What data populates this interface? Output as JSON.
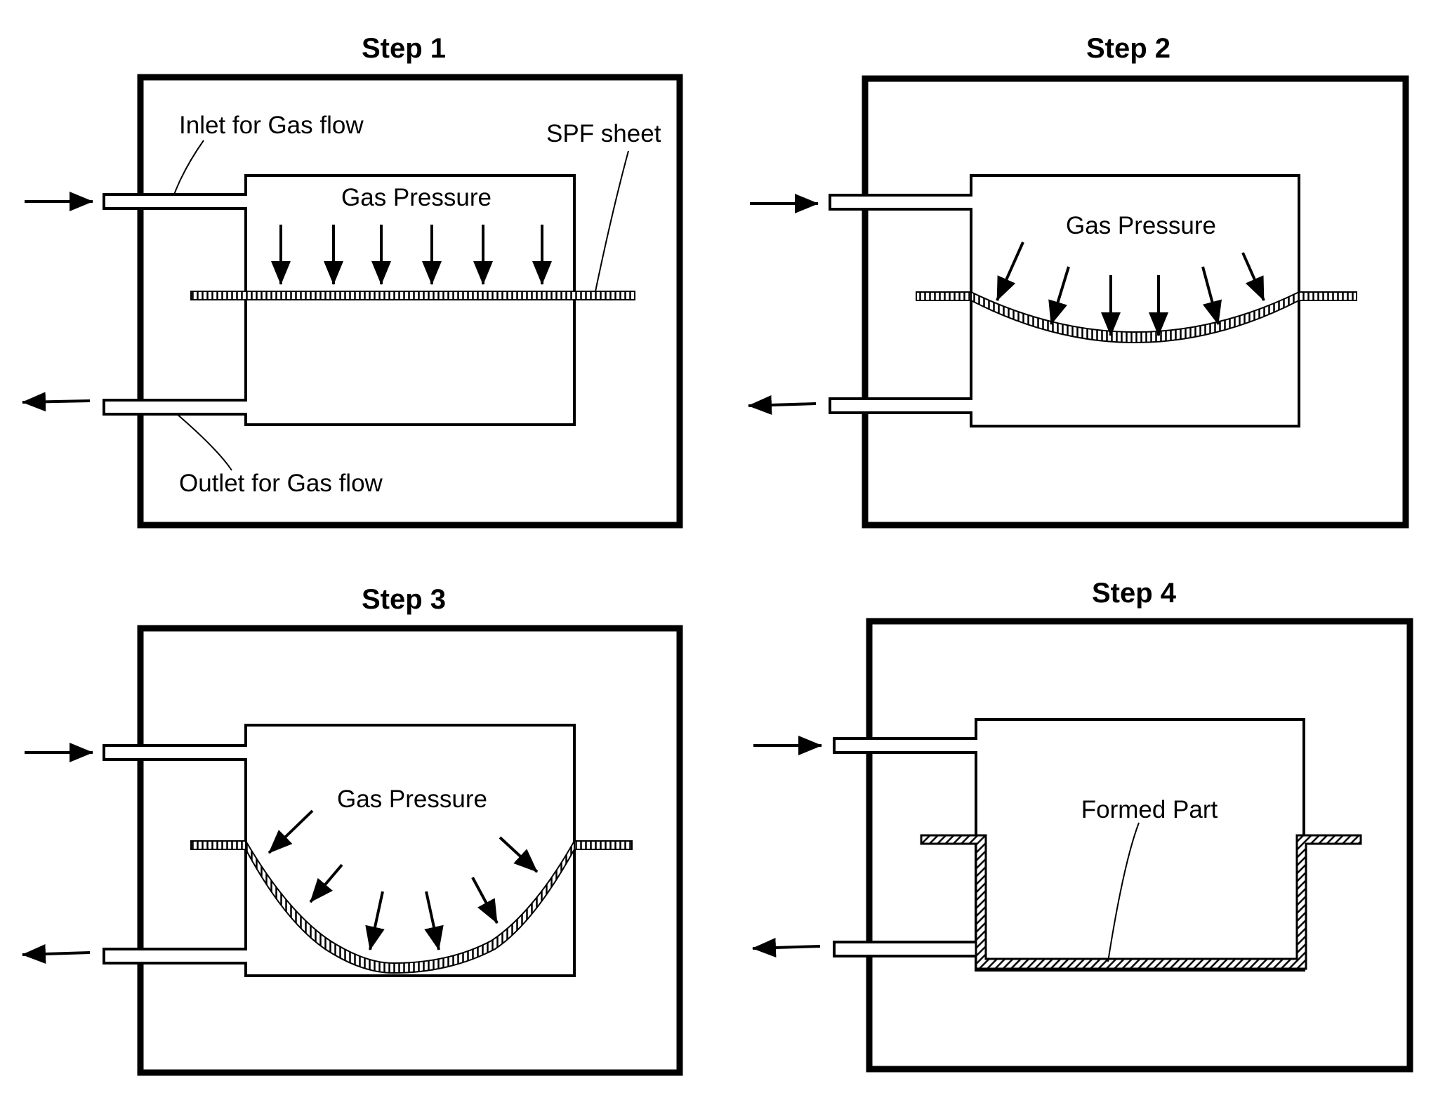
{
  "steps": [
    {
      "title": "Step 1"
    },
    {
      "title": "Step 2"
    },
    {
      "title": "Step 3"
    },
    {
      "title": "Step 4"
    }
  ],
  "labels": {
    "inlet": "Inlet for Gas flow",
    "outlet": "Outlet for Gas flow",
    "spf_sheet": "SPF sheet",
    "gas_pressure": "Gas Pressure",
    "formed_part": "Formed Part"
  }
}
